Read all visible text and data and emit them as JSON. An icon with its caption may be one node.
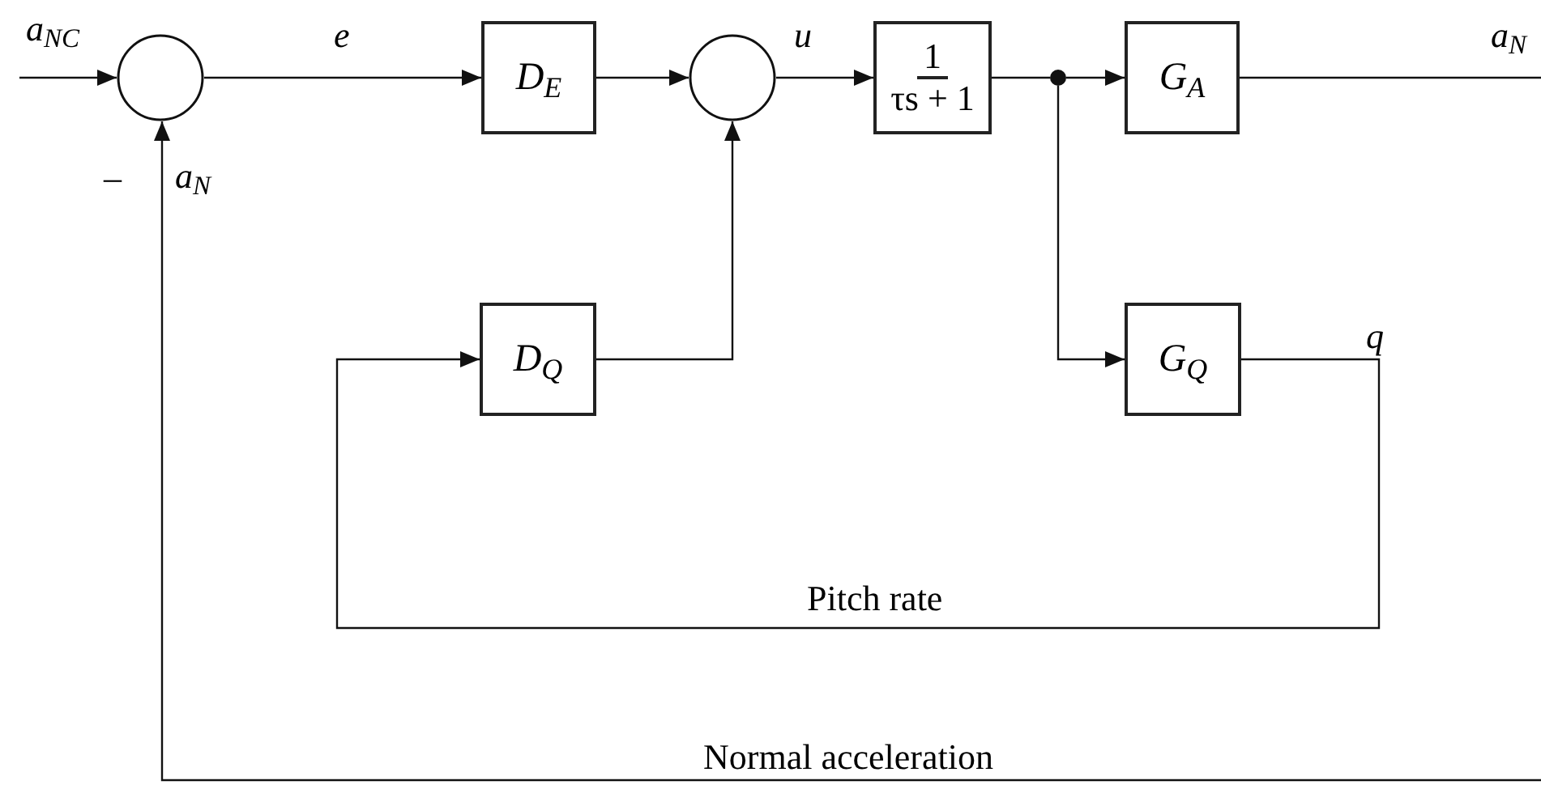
{
  "diagram": {
    "nodes": [
      {
        "text": [],
        "shape": "circle"
      },
      {
        "text": [
          "D$_{E}$"
        ]
      },
      {
        "text": [],
        "shape": "circle"
      },
      {
        "text": [
          "1",
          "τs + 1"
        ]
      },
      {
        "text": [],
        "shape": "dot"
      },
      {
        "text": [
          "G$_{A}$"
        ]
      },
      {
        "text": [
          "D$_{Q}$"
        ]
      },
      {
        "text": [
          "G$_{Q}$"
        ]
      }
    ],
    "edges": [
      {
        "from": null,
        "to": 0,
        "arrow": "to",
        "label": "a$_{NC}$"
      },
      {
        "from": 0,
        "to": 1,
        "arrow": "to",
        "label": "e"
      },
      {
        "from": 1,
        "to": 2,
        "arrow": "to"
      },
      {
        "from": 2,
        "to": 3,
        "arrow": "to",
        "label": "u"
      },
      {
        "from": 3,
        "to": 4,
        "arrow": "none"
      },
      {
        "from": 4,
        "to": 5,
        "arrow": "to"
      },
      {
        "from": 5,
        "to": null,
        "arrow": "none",
        "label": "a$_{N}$"
      },
      {
        "from": 4,
        "to": 7,
        "arrow": "to"
      },
      {
        "from": 7,
        "to": 6,
        "arrow": "to",
        "label": "Pitch rate"
      },
      {
        "from": 6,
        "to": 2,
        "arrow": "to"
      },
      {
        "from": null,
        "to": 0,
        "arrow": "to",
        "label": "Normal acceleration"
      }
    ],
    "labels": [
      "–",
      "a$_{N}$",
      "q"
    ]
  }
}
